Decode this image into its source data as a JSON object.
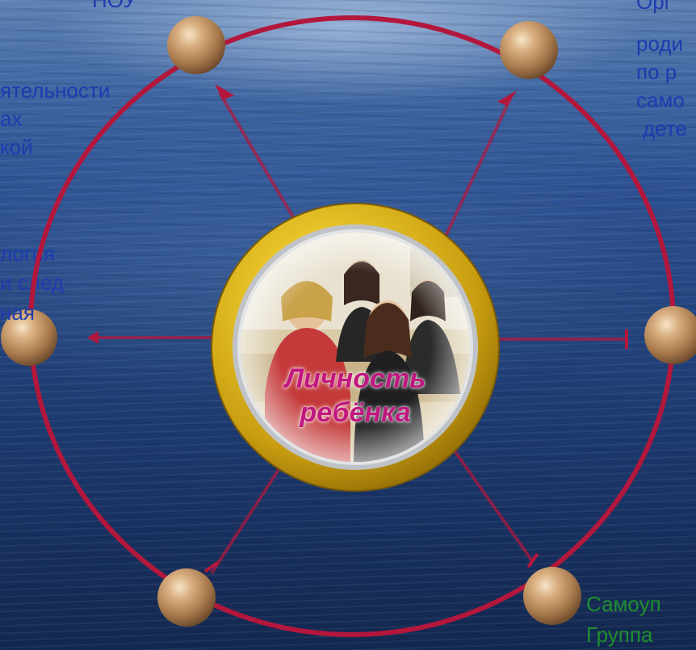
{
  "center": {
    "line1": "Личность",
    "line2": "ребёнка"
  },
  "left_block": {
    "lines": [
      "НОУ",
      "ятельности",
      "ах",
      "кой",
      "логия",
      "и след",
      "ная"
    ]
  },
  "right_block": {
    "lines": [
      "Орг",
      "роди",
      "по р",
      "само",
      "дете"
    ]
  },
  "bottom_right_block": {
    "lines": [
      "Самоуп",
      "Группа"
    ]
  },
  "colors": {
    "ring": "#b3173c",
    "node": "#b88a5c",
    "gold_frame": "#d8b21a",
    "center_text": "#c0187f",
    "left_text": "#1e3bb0",
    "green_text": "#1f8f2f"
  }
}
